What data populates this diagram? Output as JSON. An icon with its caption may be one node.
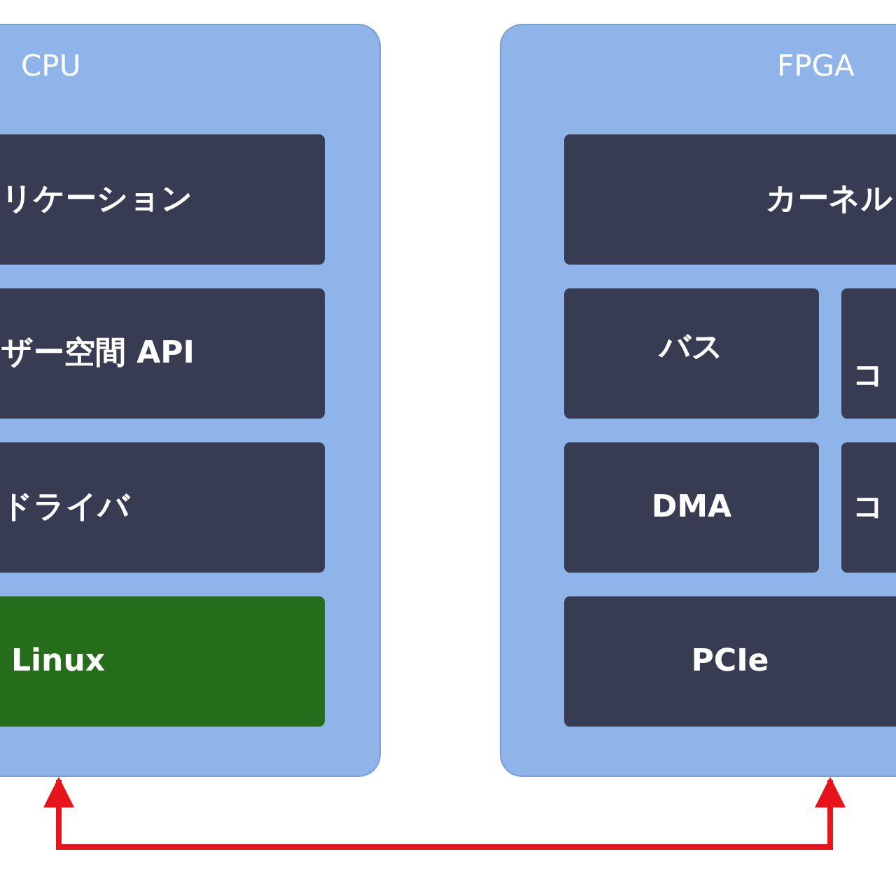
{
  "diagram": {
    "nodes": [
      {
        "text": [
          "CPU"
        ]
      },
      {
        "text": [
          "リケーション"
        ],
        "in": 0
      },
      {
        "text": [
          "ザー空間 API"
        ],
        "in": 0
      },
      {
        "text": [
          "ドライバ"
        ],
        "in": 0
      },
      {
        "text": [
          "Linux"
        ],
        "in": 0
      },
      {
        "text": [
          "FPGA"
        ]
      },
      {
        "text": [
          "カーネル"
        ],
        "in": 5
      },
      {
        "text": [
          "バス"
        ],
        "in": 5
      },
      {
        "text": [
          "コ"
        ],
        "in": 5
      },
      {
        "text": [
          "DMA"
        ],
        "in": 5
      },
      {
        "text": [
          "コ"
        ],
        "in": 5
      },
      {
        "text": [
          "PCIe"
        ],
        "in": 5
      }
    ],
    "edges": [
      {
        "from": 0,
        "to": 5,
        "arrow": "both",
        "color": "#e8141c"
      }
    ]
  }
}
